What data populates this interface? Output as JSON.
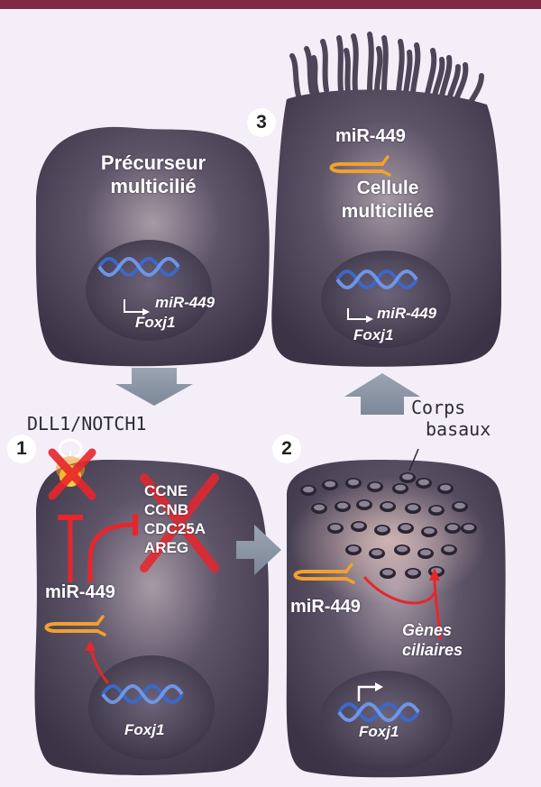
{
  "colors": {
    "header_bar": "#7e2a44",
    "background": "#f3eef7",
    "cell": "#4e4658",
    "inhibition_red": "#e8252b",
    "mirna_orange": "#f2a12c",
    "dna_blue": "#3b68c9"
  },
  "icons": [
    "dna-icon",
    "mirna-hairpin-icon",
    "promoter-arrow-icon",
    "receptor-icon",
    "cross-icon",
    "inhibition-bar-icon",
    "process-arrow-icon",
    "cilia-icon",
    "basal-body-icon"
  ],
  "cells": {
    "precursor": {
      "title_line1": "Précurseur",
      "title_line2": "multicilié",
      "gene1": "miR-449",
      "gene2": "Foxj1"
    },
    "step1": {
      "number": "1",
      "receptor_label": "DLL1/NOTCH1",
      "mirna": "miR-449",
      "gene": "Foxj1",
      "targets": [
        "CCNE",
        "CCNB",
        "CDC25A",
        "AREG"
      ]
    },
    "step2": {
      "number": "2",
      "basal_bodies_line1": "Corps",
      "basal_bodies_line2": "basaux",
      "mirna": "miR-449",
      "ciliary_line1": "Gènes",
      "ciliary_line2": "ciliaires",
      "gene": "Foxj1"
    },
    "step3": {
      "number": "3",
      "mirna": "miR-449",
      "title_line1": "Cellule",
      "title_line2": "multiciliée",
      "gene1": "miR-449",
      "gene2": "Foxj1"
    }
  }
}
